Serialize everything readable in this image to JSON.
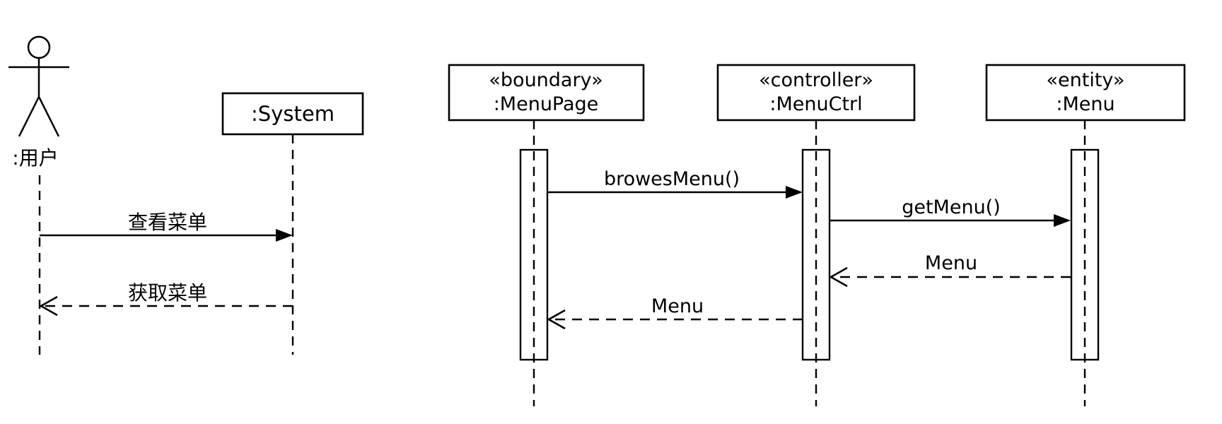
{
  "colors": {
    "line": "#000000",
    "background": "#ffffff"
  },
  "overview_sequence": {
    "actor": {
      "label": ":用户"
    },
    "system": {
      "label": ":System"
    },
    "messages": [
      {
        "label": "查看菜单",
        "type": "call",
        "from": ":用户",
        "to": ":System"
      },
      {
        "label": "获取菜单",
        "type": "return",
        "from": ":System",
        "to": ":用户"
      }
    ]
  },
  "analysis_sequence": {
    "participants": [
      {
        "stereotype": "«boundary»",
        "name": ":MenuPage"
      },
      {
        "stereotype": "«controller»",
        "name": ":MenuCtrl"
      },
      {
        "stereotype": "«entity»",
        "name": ":Menu"
      }
    ],
    "messages": [
      {
        "label": "browesMenu()",
        "type": "call",
        "from": ":MenuPage",
        "to": ":MenuCtrl"
      },
      {
        "label": "getMenu()",
        "type": "call",
        "from": ":MenuCtrl",
        "to": ":Menu"
      },
      {
        "label": "Menu",
        "type": "return",
        "from": ":Menu",
        "to": ":MenuCtrl"
      },
      {
        "label": "Menu",
        "type": "return",
        "from": ":MenuCtrl",
        "to": ":MenuPage"
      }
    ]
  }
}
